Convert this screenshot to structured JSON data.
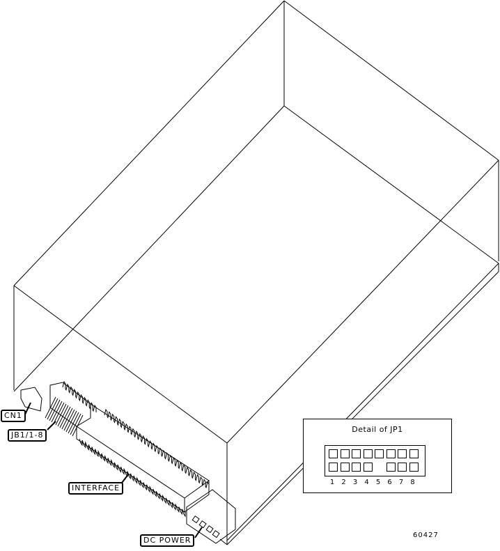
{
  "labels": {
    "cn1": "CN1",
    "jb1": "JB1/1-8",
    "interface": "INTERFACE",
    "dc_power": "DC POWER"
  },
  "detail": {
    "title": "Detail of JP1",
    "pin_numbers": [
      "1",
      "2",
      "3",
      "4",
      "5",
      "6",
      "7",
      "8"
    ],
    "top_row_present": [
      true,
      true,
      true,
      true,
      true,
      true,
      true,
      true
    ],
    "bottom_row_present": [
      true,
      true,
      true,
      true,
      false,
      true,
      true,
      true
    ]
  },
  "figure_number": "60427"
}
